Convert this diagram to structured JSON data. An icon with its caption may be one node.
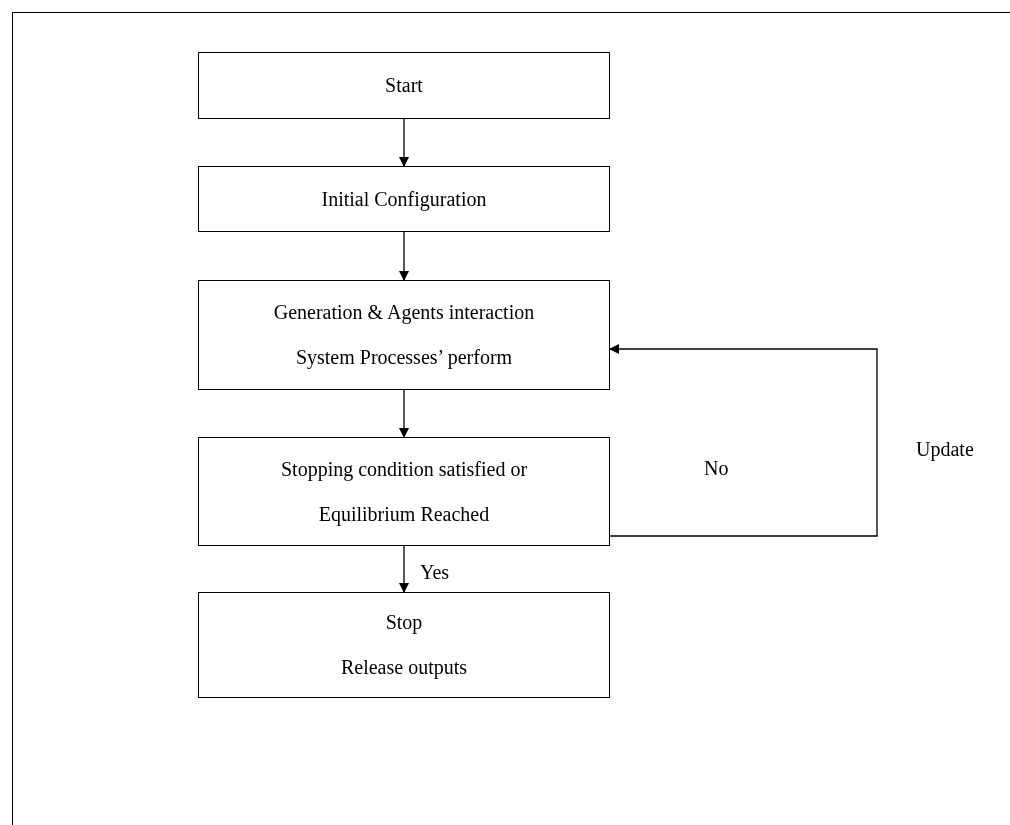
{
  "diagram": {
    "nodes": [
      {
        "text": [
          "Start"
        ]
      },
      {
        "text": [
          "Initial Configuration"
        ]
      },
      {
        "text": [
          "Generation & Agents interaction",
          "System Processes’ perform"
        ]
      },
      {
        "text": [
          "Stopping condition satisfied or",
          "Equilibrium Reached"
        ]
      },
      {
        "text": [
          "Stop",
          "Release outputs"
        ]
      }
    ],
    "edges": [
      {
        "from": 0,
        "to": 1,
        "arrow": "to"
      },
      {
        "from": 1,
        "to": 2,
        "arrow": "to"
      },
      {
        "from": 2,
        "to": 3,
        "arrow": "to"
      },
      {
        "from": 3,
        "to": 4,
        "arrow": "to",
        "label": "Yes"
      },
      {
        "from": 3,
        "to": 2,
        "arrow": "to",
        "label": "No"
      }
    ],
    "labels": [
      "Update"
    ]
  }
}
